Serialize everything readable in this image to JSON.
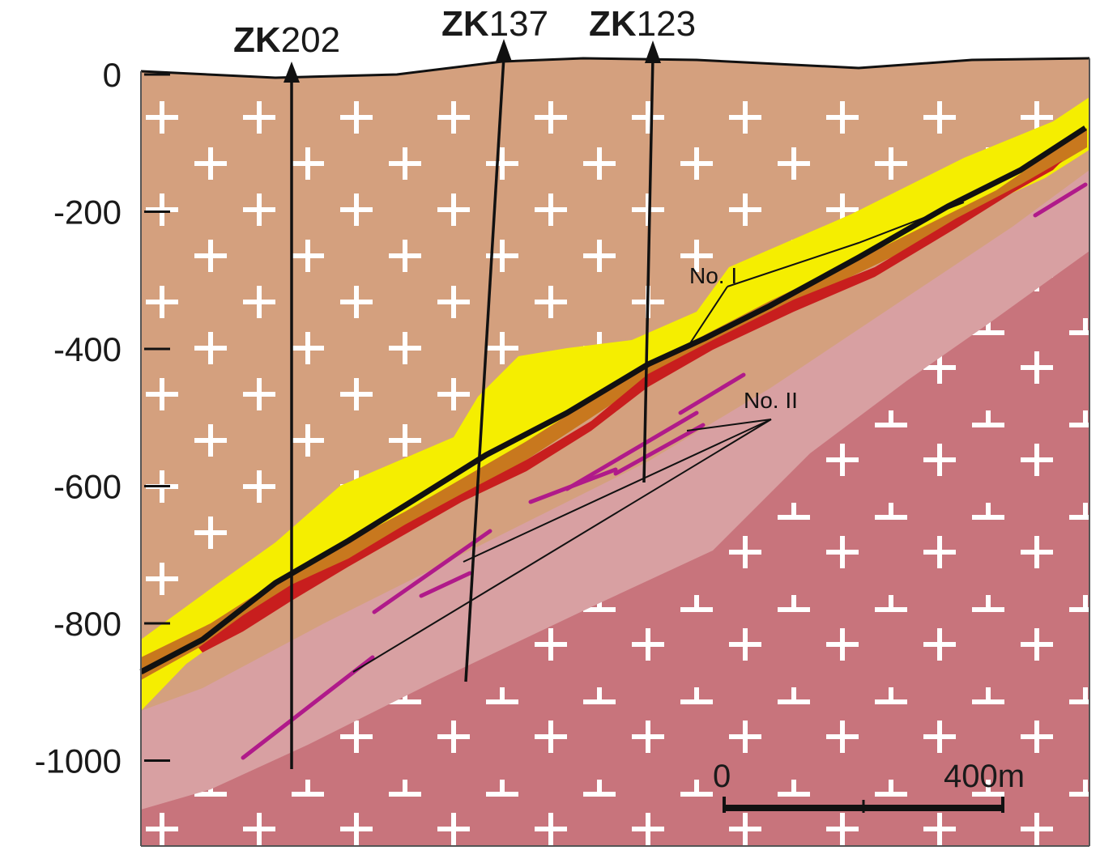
{
  "y_axis": {
    "ticks": [
      "0",
      "-200",
      "-400",
      "-600",
      "-800",
      "-1000"
    ]
  },
  "wells": [
    {
      "prefix": "ZK",
      "number": "202"
    },
    {
      "prefix": "ZK",
      "number": "137"
    },
    {
      "prefix": "ZK",
      "number": "123"
    }
  ],
  "ore_bodies": {
    "first": "No. I",
    "second": "No. II"
  },
  "scale_bar": {
    "start": "0",
    "end": "400m"
  },
  "colors": {
    "upper_granite": "#d4a07e",
    "yellow_zone": "#f5ee00",
    "orange_band": "#c8781e",
    "red_ore": "#c81e1e",
    "pale_zone": "#d8a0a2",
    "lower_granite": "#c8747c",
    "purple_lens": "#b01a8a",
    "fault_line": "#111111",
    "symbol": "#ffffff"
  }
}
